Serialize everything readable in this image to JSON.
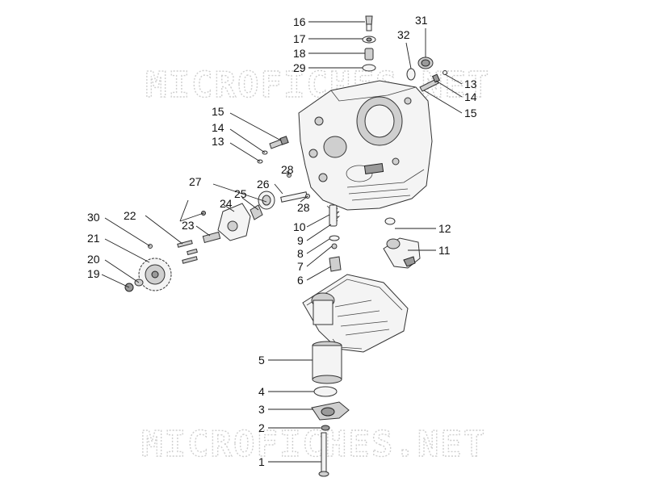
{
  "watermark": "MICROFICHES.NET",
  "callouts": {
    "c1": "1",
    "c2": "2",
    "c3": "3",
    "c4": "4",
    "c5": "5",
    "c6": "6",
    "c7": "7",
    "c8": "8",
    "c9": "9",
    "c10": "10",
    "c11": "11",
    "c12": "12",
    "c13a": "13",
    "c13b": "13",
    "c14a": "14",
    "c14b": "14",
    "c15a": "15",
    "c15b": "15",
    "c16": "16",
    "c17": "17",
    "c18": "18",
    "c19": "19",
    "c20": "20",
    "c21": "21",
    "c22": "22",
    "c23": "23",
    "c24": "24",
    "c25": "25",
    "c26": "26",
    "c27": "27",
    "c28a": "28",
    "c28b": "28",
    "c29": "29",
    "c30": "30",
    "c31": "31",
    "c32": "32"
  }
}
